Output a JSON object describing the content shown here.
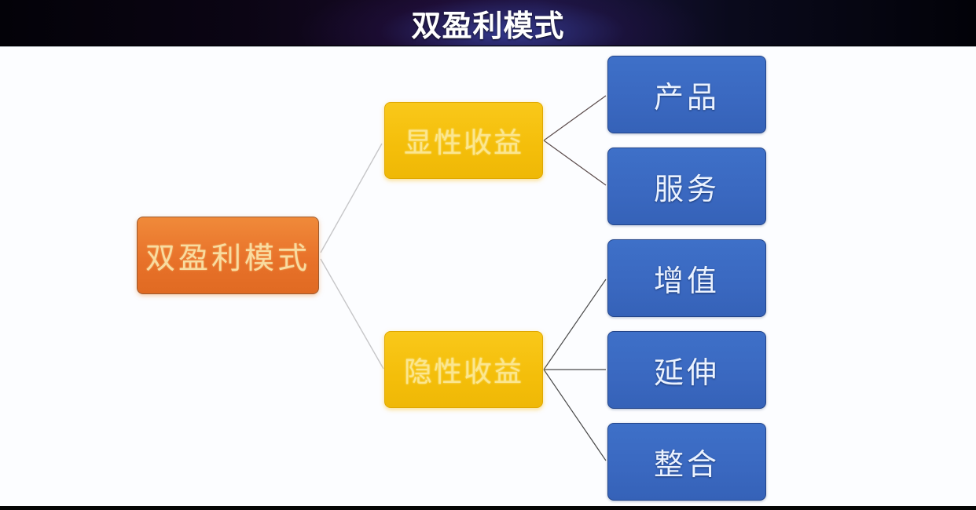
{
  "header": {
    "title": "双盈利模式"
  },
  "diagram": {
    "type": "tree",
    "root": {
      "label": "双盈利模式",
      "color": "#e8722a"
    },
    "branches": [
      {
        "label": "显性收益",
        "color": "#f4be0a",
        "children": [
          {
            "label": "产品",
            "color": "#3a68c0"
          },
          {
            "label": "服务",
            "color": "#3a68c0"
          }
        ]
      },
      {
        "label": "隐性收益",
        "color": "#f4be0a",
        "children": [
          {
            "label": "增值",
            "color": "#3a68c0"
          },
          {
            "label": "延伸",
            "color": "#3a68c0"
          },
          {
            "label": "整合",
            "color": "#3a68c0"
          }
        ]
      }
    ]
  },
  "colors": {
    "header_bg": "#0b0514",
    "canvas_bg": "#fcfdff",
    "root_fill": "#e8722a",
    "branch_fill": "#f4be0a",
    "leaf_fill": "#3a68c0",
    "root_connector": "#c8c8c8",
    "leaf_connector": "#555555"
  }
}
